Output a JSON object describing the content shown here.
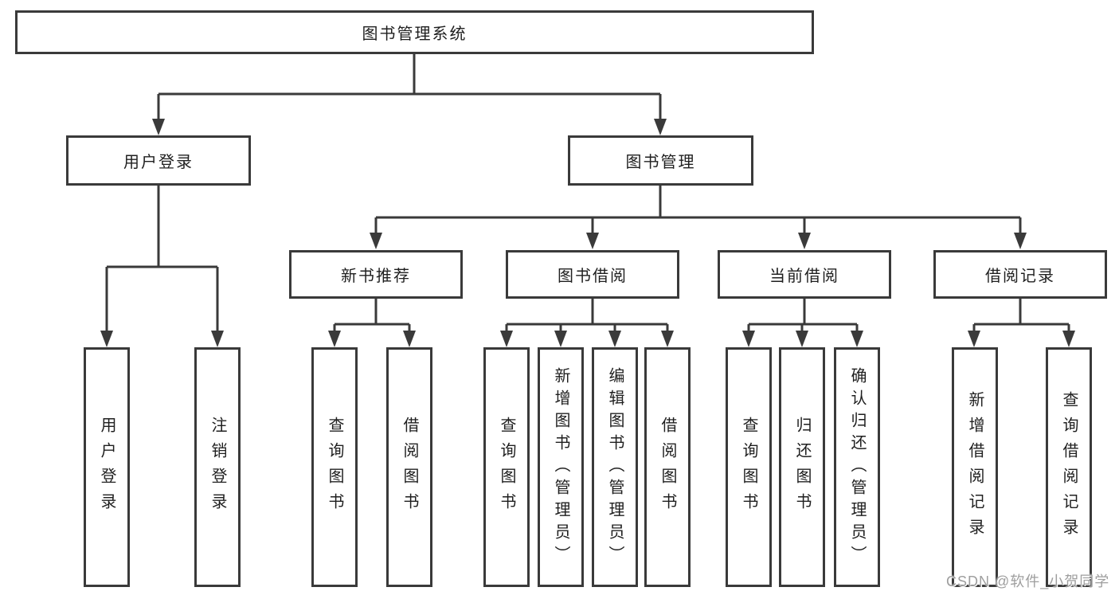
{
  "diagram": {
    "root": {
      "label": "图书管理系统"
    },
    "user_login": {
      "label": "用户登录",
      "children": [
        "用户登录",
        "注销登录"
      ]
    },
    "book_mgmt": {
      "label": "图书管理"
    },
    "sections": [
      {
        "label": "新书推荐",
        "children": [
          "查询图书",
          "借阅图书"
        ]
      },
      {
        "label": "图书借阅",
        "children": [
          "查询图书",
          "新增图书（管理员）",
          "编辑图书（管理员）",
          "借阅图书"
        ]
      },
      {
        "label": "当前借阅",
        "children": [
          "查询图书",
          "归还图书",
          "确认归还（管理员）"
        ]
      },
      {
        "label": "借阅记录",
        "children": [
          "新增借阅记录",
          "查询借阅记录"
        ]
      }
    ]
  },
  "watermark": {
    "text": "CSDN @软件_小贺同学"
  },
  "colors": {
    "line": "#3a3a3a",
    "text": "#1f1f1f",
    "watermark": "#9e9e9e",
    "background": "#ffffff"
  }
}
